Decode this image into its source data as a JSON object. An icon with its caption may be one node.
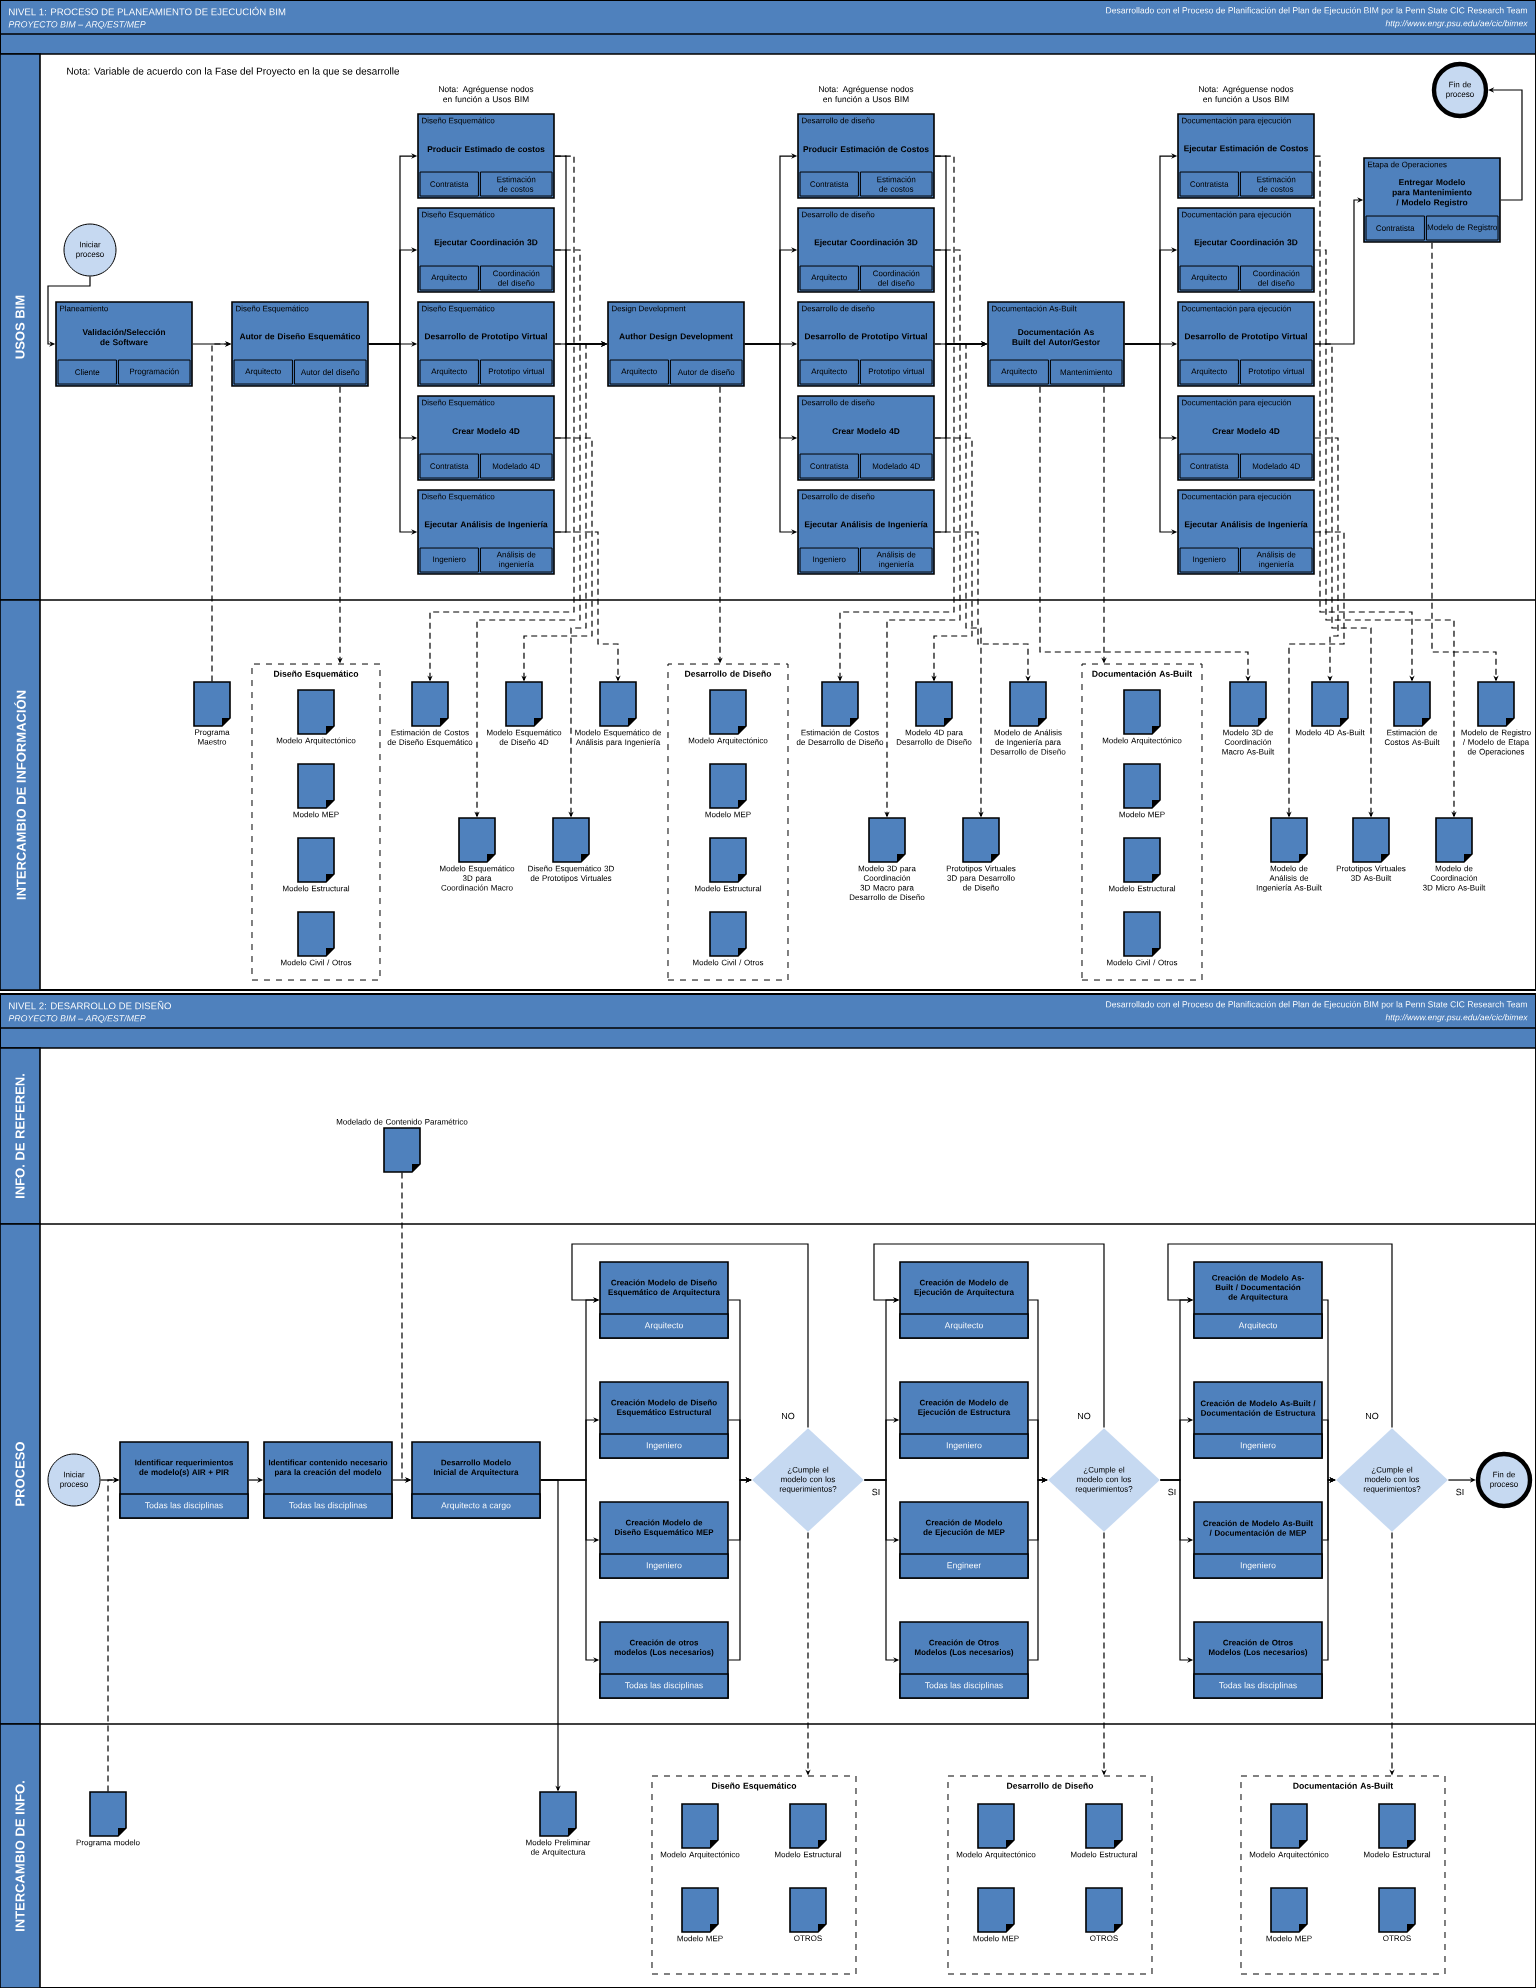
{
  "diagram": {
    "nodes": [
      {
        "text": [
          "Iniciar proceso"
        ]
      },
      {
        "text": [
          "Planeamiento",
          "Validación/Selección de Software",
          "Cliente",
          "Programación"
        ]
      },
      {
        "text": [
          "Diseño Esquemático",
          "Autor de Diseño Esquemático",
          "Arquitecto",
          "Autor del diseño"
        ]
      },
      {
        "text": [
          "Diseño Esquemático",
          "Producir Estimado de costos",
          "Contratista",
          "Estimación de costos"
        ]
      },
      {
        "text": [
          "Diseño Esquemático",
          "Ejecutar Coordinación 3D",
          "Arquitecto",
          "Coordinación del diseño"
        ]
      },
      {
        "text": [
          "Diseño Esquemático",
          "Desarrollo de Prototipo Virtual",
          "Arquitecto",
          "Prototipo virtual"
        ]
      },
      {
        "text": [
          "Diseño Esquemático",
          "Crear Modelo 4D",
          "Contratista",
          "Modelado 4D"
        ]
      },
      {
        "text": [
          "Diseño Esquemático",
          "Ejecutar Análisis de Ingeniería",
          "Ingeniero",
          "Análisis de ingeniería"
        ]
      },
      {
        "text": [
          "Design Development",
          "Author Design Development",
          "Arquitecto",
          "Autor de diseño"
        ]
      },
      {
        "text": [
          "Desarrollo de diseño",
          "Producir Estimación de Costos",
          "Contratista",
          "Estimación de costos"
        ]
      },
      {
        "text": [
          "Desarrollo de diseño",
          "Ejecutar Coordinación 3D",
          "Arquitecto",
          "Coordinación del diseño"
        ]
      },
      {
        "text": [
          "Desarrollo de diseño",
          "Desarrollo de Prototipo Virtual",
          "Arquitecto",
          "Prototipo virtual"
        ]
      },
      {
        "text": [
          "Desarrollo de diseño",
          "Crear Modelo 4D",
          "Contratista",
          "Modelado 4D"
        ]
      },
      {
        "text": [
          "Desarrollo de diseño",
          "Ejecutar Análisis de Ingeniería",
          "Ingeniero",
          "Análisis de ingeniería"
        ]
      },
      {
        "text": [
          "Documentación As-Built",
          "Documentación As Built del Autor/Gestor",
          "Arquitecto",
          "Mantenimiento"
        ]
      },
      {
        "text": [
          "Documentación para ejecución",
          "Ejecutar Estimación de Costos",
          "Contratista",
          "Estimación de costos"
        ]
      },
      {
        "text": [
          "Documentación para ejecución",
          "Ejecutar Coordinación 3D",
          "Arquitecto",
          "Coordinación del diseño"
        ]
      },
      {
        "text": [
          "Documentación para ejecución",
          "Desarrollo de Prototipo Virtual",
          "Arquitecto",
          "Prototipo virtual"
        ]
      },
      {
        "text": [
          "Documentación para ejecución",
          "Crear Modelo 4D",
          "Contratista",
          "Modelado 4D"
        ]
      },
      {
        "text": [
          "Documentación para ejecución",
          "Ejecutar Análisis de Ingeniería",
          "Ingeniero",
          "Análisis de ingeniería"
        ]
      },
      {
        "text": [
          "Etapa de Operaciones",
          "Entregar Modelo para Mantenimiento / Modelo Registro",
          "Contratista",
          "Modelo de Registro"
        ]
      },
      {
        "text": [
          "Fin de proceso"
        ]
      },
      {
        "text": [
          "Programa Maestro"
        ]
      },
      {
        "text": [
          "Diseño Esquemático"
        ]
      },
      {
        "text": [
          "Modelo Arquitectónico"
        ],
        "in": 23
      },
      {
        "text": [
          "Modelo MEP"
        ],
        "in": 23
      },
      {
        "text": [
          "Modelo Estructural"
        ],
        "in": 23
      },
      {
        "text": [
          "Modelo Civil / Otros"
        ],
        "in": 23
      },
      {
        "text": [
          "Estimación de Costos de Diseño Esquemático"
        ]
      },
      {
        "text": [
          "Modelo Esquemático de Diseño 4D"
        ]
      },
      {
        "text": [
          "Modelo Esquemático de Análisis para Ingeniería"
        ]
      },
      {
        "text": [
          "Modelo Esquemático 3D para Coordinación Macro"
        ]
      },
      {
        "text": [
          "Diseño Esquemático 3D de Prototipos Virtuales"
        ]
      },
      {
        "text": [
          "Desarrollo de Diseño"
        ]
      },
      {
        "text": [
          "Modelo Arquitectónico"
        ],
        "in": 33
      },
      {
        "text": [
          "Modelo MEP"
        ],
        "in": 33
      },
      {
        "text": [
          "Modelo Estructural"
        ],
        "in": 33
      },
      {
        "text": [
          "Modelo Civil / Otros"
        ],
        "in": 33
      },
      {
        "text": [
          "Estimación de Costos de Desarrollo de Diseño"
        ]
      },
      {
        "text": [
          "Modelo 4D para Desarrollo de Diseño"
        ]
      },
      {
        "text": [
          "Modelo de Análisis de Ingeniería para Desarrollo de Diseño"
        ]
      },
      {
        "text": [
          "Modelo 3D para Coordinación 3D Macro para Desarrollo de Diseño"
        ]
      },
      {
        "text": [
          "Prototipos Virtuales 3D para Desarrollo de Diseño"
        ]
      },
      {
        "text": [
          "Documentación As-Built"
        ]
      },
      {
        "text": [
          "Modelo Arquitectónico"
        ],
        "in": 43
      },
      {
        "text": [
          "Modelo MEP"
        ],
        "in": 43
      },
      {
        "text": [
          "Modelo Estructural"
        ],
        "in": 43
      },
      {
        "text": [
          "Modelo Civil / Otros"
        ],
        "in": 43
      },
      {
        "text": [
          "Modelo 3D de Coordinación Macro As-Built"
        ]
      },
      {
        "text": [
          "Modelo 4D As-Built"
        ]
      },
      {
        "text": [
          "Estimación de Costos As-Built"
        ]
      },
      {
        "text": [
          "Modelo de Registro / Modelo de Etapa de Operaciones"
        ]
      },
      {
        "text": [
          "Modelo de Análisis de Ingeniería As-Built"
        ]
      },
      {
        "text": [
          "Prototipos Virtuales 3D As-Built"
        ]
      },
      {
        "text": [
          "Modelo de Coordinación 3D Micro As-Built"
        ]
      },
      {
        "text": [
          "Modelado de Contenido Paramétrico"
        ]
      },
      {
        "text": [
          "Iniciar proceso"
        ]
      },
      {
        "text": [
          "Identificar requerimientos de modelo(s) AIR + PIR",
          "Todas las disciplinas"
        ]
      },
      {
        "text": [
          "Identificar contenido necesario para la creación del modelo",
          "Todas las disciplinas"
        ]
      },
      {
        "text": [
          "Desarrollo Modelo Inicial de Arquitectura",
          "Arquitecto a cargo"
        ]
      },
      {
        "text": [
          "Creación Modelo de Diseño Esquemático de Arquitectura",
          "Arquitecto"
        ]
      },
      {
        "text": [
          "Creación Modelo de Diseño Esquemático Estructural",
          "Ingeniero"
        ]
      },
      {
        "text": [
          "Creación Modelo de Diseño Esquemático MEP",
          "Ingeniero"
        ]
      },
      {
        "text": [
          "Creación de otros modelos (Los necesarios)",
          "Todas las disciplinas"
        ]
      },
      {
        "text": [
          "¿Cumple el modelo con los requerimientos?"
        ]
      },
      {
        "text": [
          "Creación de Modelo de Ejecución de Arquitectura",
          "Arquitecto"
        ]
      },
      {
        "text": [
          "Creación de Modelo de Ejecución de Estructura",
          "Ingeniero"
        ]
      },
      {
        "text": [
          "Creación de Modelo de Ejecución de MEP",
          "Engineer"
        ]
      },
      {
        "text": [
          "Creación de Otros Modelos (Los necesarios)",
          "Todas las disciplinas"
        ]
      },
      {
        "text": [
          "¿Cumple el modelo con los requerimientos?"
        ]
      },
      {
        "text": [
          "Creación de Modelo As-Built / Documentación de Arquitectura",
          "Arquitecto"
        ]
      },
      {
        "text": [
          "Creación de Modelo As-Built / Documentación de Estructura",
          "Ingeniero"
        ]
      },
      {
        "text": [
          "Creación de Modelo As-Built / Documentación de MEP",
          "Ingeniero"
        ]
      },
      {
        "text": [
          "Creación de Otros Modelos (Los necesarios)",
          "Todas las disciplinas"
        ]
      },
      {
        "text": [
          "¿Cumple el modelo con los requerimientos?"
        ]
      },
      {
        "text": [
          "Fin de proceso"
        ]
      },
      {
        "text": [
          "Programa modelo"
        ]
      },
      {
        "text": [
          "Modelo Preliminar de Arquitectura"
        ]
      },
      {
        "text": [
          "Diseño Esquemático"
        ]
      },
      {
        "text": [
          "Modelo Arquitectónico"
        ],
        "in": 78
      },
      {
        "text": [
          "Modelo Estructural"
        ],
        "in": 78
      },
      {
        "text": [
          "Modelo MEP"
        ],
        "in": 78
      },
      {
        "text": [
          "OTROS"
        ],
        "in": 78
      },
      {
        "text": [
          "Desarrollo de Diseño"
        ]
      },
      {
        "text": [
          "Modelo Arquitectónico"
        ],
        "in": 83
      },
      {
        "text": [
          "Modelo Estructural"
        ],
        "in": 83
      },
      {
        "text": [
          "Modelo MEP"
        ],
        "in": 83
      },
      {
        "text": [
          "OTROS"
        ],
        "in": 83
      },
      {
        "text": [
          "Documentación As-Built"
        ]
      },
      {
        "text": [
          "Modelo Arquitectónico"
        ],
        "in": 88
      },
      {
        "text": [
          "Modelo Estructural"
        ],
        "in": 88
      },
      {
        "text": [
          "Modelo MEP"
        ],
        "in": 88
      },
      {
        "text": [
          "OTROS"
        ],
        "in": 88
      }
    ],
    "edges": [
      {
        "from": 0,
        "to": 1,
        "arrow": "to"
      },
      {
        "from": 1,
        "to": 2,
        "arrow": "to"
      },
      {
        "from": 22,
        "to": 2,
        "arrow": "to",
        "style": "dashed"
      },
      {
        "from": 2,
        "to": 3,
        "arrow": "to"
      },
      {
        "from": 2,
        "to": 4,
        "arrow": "to"
      },
      {
        "from": 2,
        "to": 5,
        "arrow": "to"
      },
      {
        "from": 2,
        "to": 6,
        "arrow": "to"
      },
      {
        "from": 2,
        "to": 7,
        "arrow": "to"
      },
      {
        "from": 3,
        "to": 8,
        "arrow": "to"
      },
      {
        "from": 4,
        "to": 8,
        "arrow": "to"
      },
      {
        "from": 5,
        "to": 8,
        "arrow": "to"
      },
      {
        "from": 6,
        "to": 8,
        "arrow": "to"
      },
      {
        "from": 7,
        "to": 8,
        "arrow": "to"
      },
      {
        "from": 2,
        "to": 23,
        "arrow": "to",
        "style": "dashed"
      },
      {
        "from": 3,
        "to": 28,
        "arrow": "to",
        "style": "dashed"
      },
      {
        "from": 4,
        "to": 31,
        "arrow": "to",
        "style": "dashed"
      },
      {
        "from": 5,
        "to": 32,
        "arrow": "to",
        "style": "dashed"
      },
      {
        "from": 6,
        "to": 29,
        "arrow": "to",
        "style": "dashed"
      },
      {
        "from": 7,
        "to": 30,
        "arrow": "to",
        "style": "dashed"
      },
      {
        "from": 8,
        "to": 9,
        "arrow": "to"
      },
      {
        "from": 8,
        "to": 10,
        "arrow": "to"
      },
      {
        "from": 8,
        "to": 11,
        "arrow": "to"
      },
      {
        "from": 8,
        "to": 12,
        "arrow": "to"
      },
      {
        "from": 8,
        "to": 13,
        "arrow": "to"
      },
      {
        "from": 9,
        "to": 14,
        "arrow": "to"
      },
      {
        "from": 10,
        "to": 14,
        "arrow": "to"
      },
      {
        "from": 11,
        "to": 14,
        "arrow": "to"
      },
      {
        "from": 12,
        "to": 14,
        "arrow": "to"
      },
      {
        "from": 13,
        "to": 14,
        "arrow": "to"
      },
      {
        "from": 8,
        "to": 33,
        "arrow": "to",
        "style": "dashed"
      },
      {
        "from": 9,
        "to": 38,
        "arrow": "to",
        "style": "dashed"
      },
      {
        "from": 10,
        "to": 41,
        "arrow": "to",
        "style": "dashed"
      },
      {
        "from": 11,
        "to": 42,
        "arrow": "to",
        "style": "dashed"
      },
      {
        "from": 12,
        "to": 39,
        "arrow": "to",
        "style": "dashed"
      },
      {
        "from": 13,
        "to": 40,
        "arrow": "to",
        "style": "dashed"
      },
      {
        "from": 14,
        "to": 15,
        "arrow": "to"
      },
      {
        "from": 14,
        "to": 16,
        "arrow": "to"
      },
      {
        "from": 14,
        "to": 17,
        "arrow": "to"
      },
      {
        "from": 14,
        "to": 18,
        "arrow": "to"
      },
      {
        "from": 14,
        "to": 19,
        "arrow": "to"
      },
      {
        "from": 14,
        "to": 43,
        "arrow": "to",
        "style": "dashed"
      },
      {
        "from": 14,
        "to": 48,
        "arrow": "to",
        "style": "dashed"
      },
      {
        "from": 15,
        "to": 50,
        "arrow": "to",
        "style": "dashed"
      },
      {
        "from": 16,
        "to": 54,
        "arrow": "to",
        "style": "dashed"
      },
      {
        "from": 17,
        "to": 53,
        "arrow": "to",
        "style": "dashed"
      },
      {
        "from": 18,
        "to": 49,
        "arrow": "to",
        "style": "dashed"
      },
      {
        "from": 19,
        "to": 52,
        "arrow": "to",
        "style": "dashed"
      },
      {
        "from": 17,
        "to": 20,
        "arrow": "to"
      },
      {
        "from": 20,
        "to": 21,
        "arrow": "to"
      },
      {
        "from": 20,
        "to": 51,
        "arrow": "to",
        "style": "dashed"
      },
      {
        "from": 56,
        "to": 57,
        "arrow": "to"
      },
      {
        "from": 57,
        "to": 58,
        "arrow": "to"
      },
      {
        "from": 58,
        "to": 59,
        "arrow": "to"
      },
      {
        "from": 55,
        "to": 59,
        "arrow": "to",
        "style": "dashed"
      },
      {
        "from": 76,
        "to": 57,
        "arrow": "to",
        "style": "dashed"
      },
      {
        "from": 59,
        "to": 77,
        "arrow": "to"
      },
      {
        "from": 59,
        "to": 60,
        "arrow": "to"
      },
      {
        "from": 59,
        "to": 61,
        "arrow": "to"
      },
      {
        "from": 59,
        "to": 62,
        "arrow": "to"
      },
      {
        "from": 59,
        "to": 63,
        "arrow": "to"
      },
      {
        "from": 60,
        "to": 64,
        "arrow": "to"
      },
      {
        "from": 61,
        "to": 64,
        "arrow": "to"
      },
      {
        "from": 62,
        "to": 64,
        "arrow": "to"
      },
      {
        "from": 63,
        "to": 64,
        "arrow": "to"
      },
      {
        "from": 64,
        "to": 60,
        "arrow": "to",
        "label": "NO"
      },
      {
        "from": 64,
        "to": 65,
        "arrow": "to",
        "label": "SI"
      },
      {
        "from": 64,
        "to": 66,
        "arrow": "to"
      },
      {
        "from": 64,
        "to": 67,
        "arrow": "to"
      },
      {
        "from": 64,
        "to": 68,
        "arrow": "to"
      },
      {
        "from": 65,
        "to": 69,
        "arrow": "to"
      },
      {
        "from": 66,
        "to": 69,
        "arrow": "to"
      },
      {
        "from": 67,
        "to": 69,
        "arrow": "to"
      },
      {
        "from": 68,
        "to": 69,
        "arrow": "to"
      },
      {
        "from": 69,
        "to": 65,
        "arrow": "to",
        "label": "NO"
      },
      {
        "from": 69,
        "to": 70,
        "arrow": "to",
        "label": "SI"
      },
      {
        "from": 69,
        "to": 71,
        "arrow": "to"
      },
      {
        "from": 69,
        "to": 72,
        "arrow": "to"
      },
      {
        "from": 69,
        "to": 73,
        "arrow": "to"
      },
      {
        "from": 70,
        "to": 74,
        "arrow": "to"
      },
      {
        "from": 71,
        "to": 74,
        "arrow": "to"
      },
      {
        "from": 72,
        "to": 74,
        "arrow": "to"
      },
      {
        "from": 73,
        "to": 74,
        "arrow": "to"
      },
      {
        "from": 74,
        "to": 70,
        "arrow": "to",
        "label": "NO"
      },
      {
        "from": 74,
        "to": 75,
        "arrow": "to",
        "label": "SI"
      },
      {
        "from": 64,
        "to": 78,
        "arrow": "to",
        "style": "dashed"
      },
      {
        "from": 69,
        "to": 83,
        "arrow": "to",
        "style": "dashed"
      },
      {
        "from": 74,
        "to": 88,
        "arrow": "to",
        "style": "dashed"
      }
    ],
    "labels": [
      "NIVEL 1: PROCESO DE PLANEAMIENTO DE EJECUCIÓN BIM",
      "PROYECTO BIM – ARQ/EST/MEP",
      "Desarrollado con el Proceso de Planificación del Plan de Ejecución BIM por la Penn State CIC Research Team",
      "http://www.engr.psu.edu/ae/cic/bimex",
      "USOS BIM",
      "Nota: Variable de acuerdo con la Fase del Proyecto en la que se desarrolle",
      "Nota: Agréguense nodos en función a Usos BIM",
      "Nota: Agréguense nodos en función a Usos BIM",
      "Nota: Agréguense nodos en función a Usos BIM",
      "INTERCAMBIO DE INFORMACIÓN",
      "NIVEL 2: DESARROLLO DE DISEÑO",
      "PROYECTO BIM – ARQ/EST/MEP",
      "Desarrollado con el Proceso de Planificación del Plan de Ejecución BIM por la Penn State CIC Research Team",
      "http://www.engr.psu.edu/ae/cic/bimex",
      "INFO. DE REFEREN.",
      "PROCESO",
      "INTERCAMBIO DE INFO."
    ]
  }
}
